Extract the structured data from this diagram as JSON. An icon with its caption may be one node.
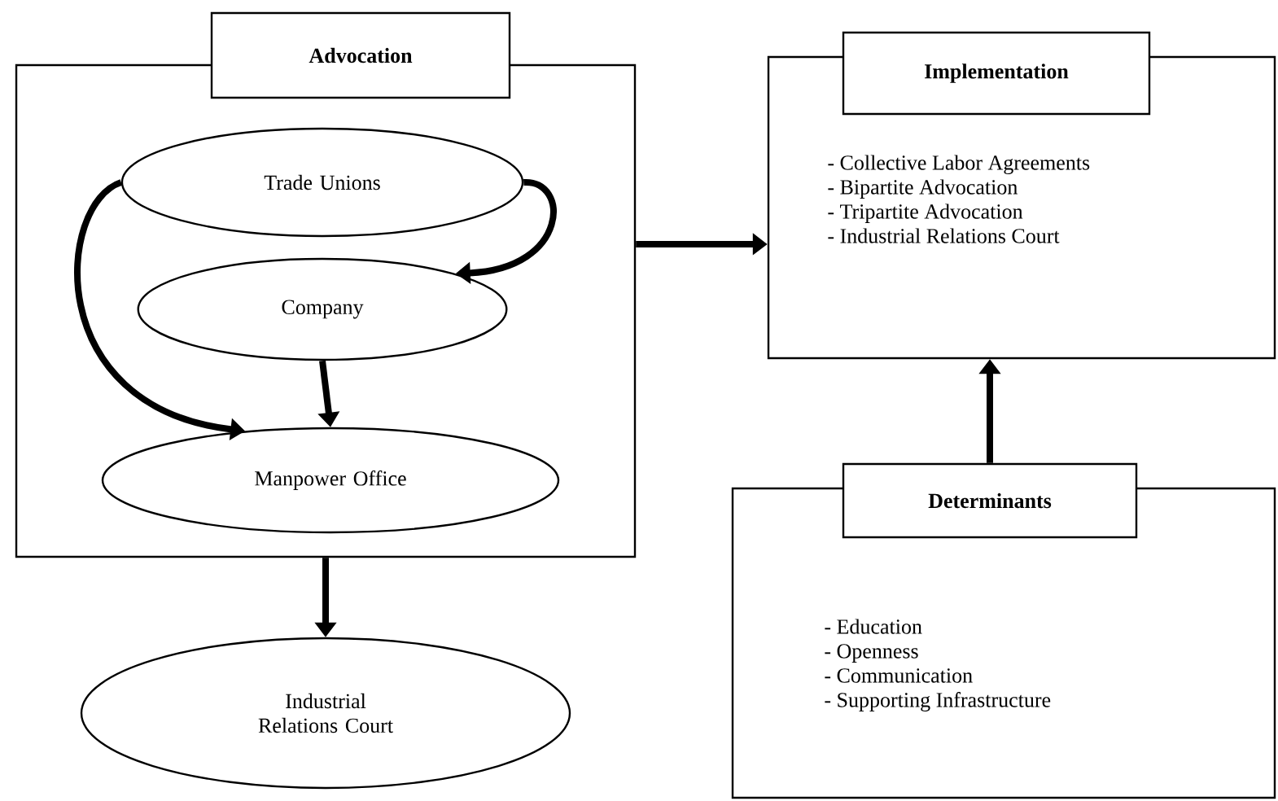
{
  "diagram": {
    "nodes": [
      {
        "text": [
          "Advocation"
        ]
      },
      {
        "text": [
          "Trade Unions"
        ],
        "in": 0
      },
      {
        "text": [
          "Company"
        ],
        "in": 0
      },
      {
        "text": [
          "Manpower Office"
        ],
        "in": 0
      },
      {
        "text": [
          "Industrial Relations Court"
        ]
      },
      {
        "text": [
          "Implementation",
          "- Collective Labor Agreements",
          "- Bipartite Advocation",
          "- Tripartite Advocation",
          "- Industrial Relations Court"
        ]
      },
      {
        "text": [
          "Determinants",
          "- Education",
          "- Openness",
          "- Communication",
          "- Supporting Infrastructure"
        ]
      }
    ],
    "edges": [
      {
        "from": 1,
        "to": 2,
        "arrow": "to"
      },
      {
        "from": 1,
        "to": 3,
        "arrow": "to"
      },
      {
        "from": 2,
        "to": 3,
        "arrow": "to"
      },
      {
        "from": 0,
        "to": 4,
        "arrow": "to"
      },
      {
        "from": 0,
        "to": 5,
        "arrow": "to"
      },
      {
        "from": 6,
        "to": 5,
        "arrow": "to"
      }
    ]
  }
}
